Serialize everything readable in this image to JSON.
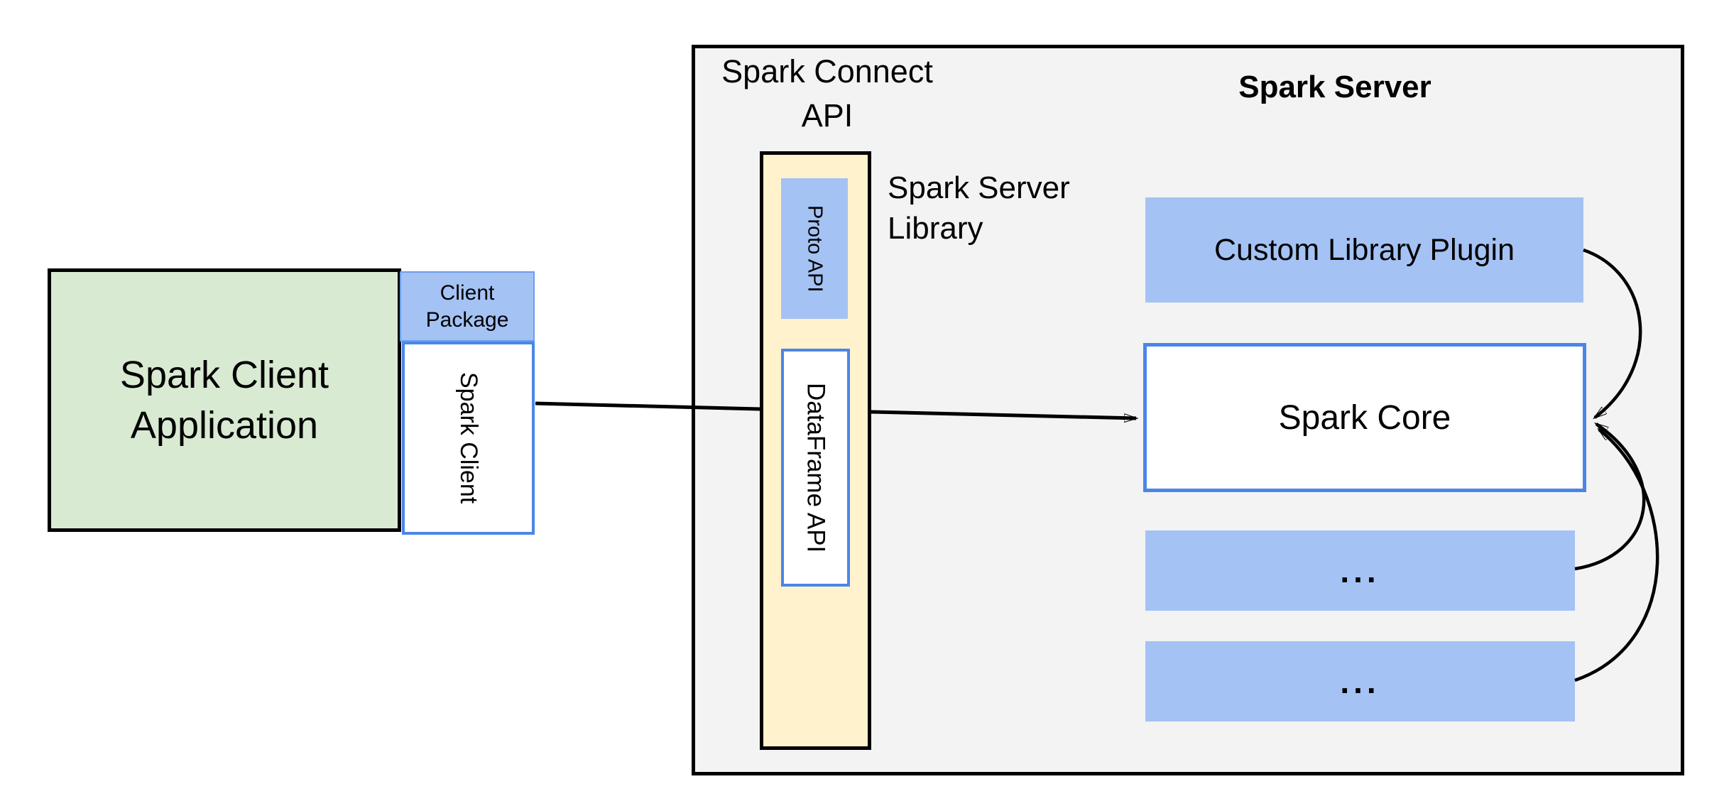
{
  "client": {
    "app_label": "Spark Client Application",
    "package_label": "Client Package",
    "spark_client_label": "Spark Client"
  },
  "connect": {
    "title": "Spark Connect API",
    "proto_api_label": "Proto  API",
    "dataframe_api_label": "DataFrame API",
    "server_library_label": "Spark Server Library"
  },
  "server": {
    "title": "Spark Server",
    "plugin_label": "Custom Library Plugin",
    "core_label": "Spark Core",
    "ellipsis1": "...",
    "ellipsis2": "..."
  },
  "connections": [
    {
      "from": "Spark Client",
      "to": "Spark Connect API",
      "style": "straight-line"
    },
    {
      "from": "Spark Connect API (DataFrame API)",
      "to": "Spark Core",
      "style": "straight-arrow"
    },
    {
      "from": "Custom Library Plugin",
      "to": "Spark Core",
      "style": "curved-arrow"
    },
    {
      "from": "ellipsis-box-1",
      "to": "Spark Core",
      "style": "curved-arrow"
    },
    {
      "from": "ellipsis-box-2",
      "to": "Spark Core",
      "style": "curved-arrow"
    }
  ],
  "colors": {
    "blue_fill": "#a4c2f4",
    "blue_border": "#4a86e8",
    "package_border": "#6d9eeb",
    "green_fill": "#d9ead3",
    "yellow_fill": "#fff2cc",
    "gray_fill": "#f3f3f3",
    "line": "#000000",
    "text": "#000000"
  }
}
